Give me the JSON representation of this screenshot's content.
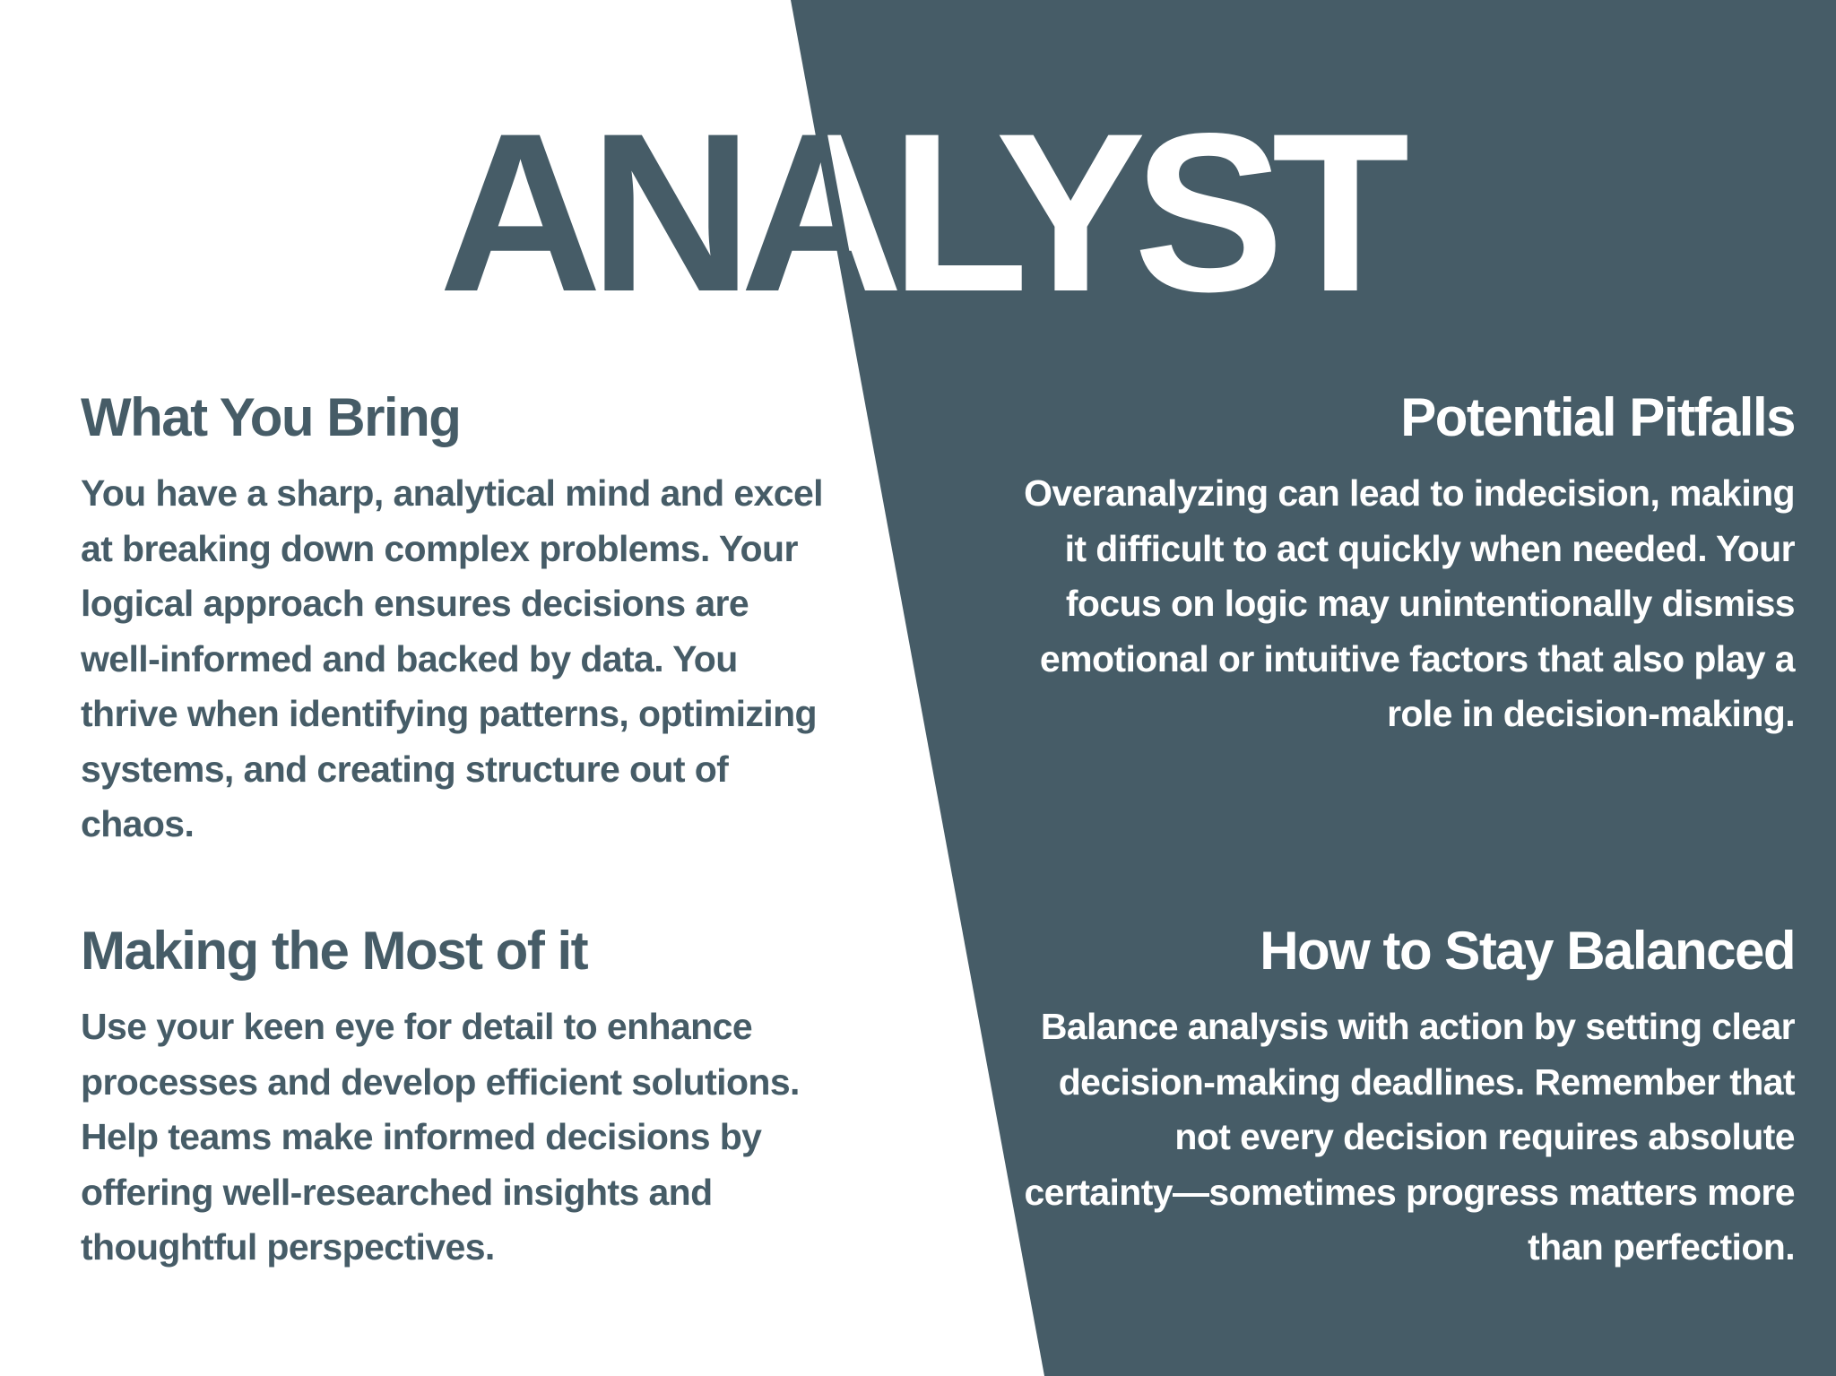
{
  "title": "ANALYST",
  "colors": {
    "primary": "#465c67",
    "background": "#ffffff",
    "inverse_text": "#ffffff"
  },
  "sections": {
    "what_you_bring": {
      "heading": "What You Bring",
      "body": "You have a sharp, analytical mind and excel at breaking down complex problems. Your logical approach ensures decisions are well-informed and backed by data. You thrive when identifying patterns, optimizing systems, and creating structure out of chaos."
    },
    "potential_pitfalls": {
      "heading": "Potential Pitfalls",
      "body": "Overanalyzing can lead to indecision, making it difficult to act quickly when needed. Your focus on logic may unintentionally dismiss emotional or intuitive factors that also play a role in decision-making."
    },
    "making_the_most": {
      "heading": "Making the Most of it",
      "body": "Use your keen eye for detail to enhance processes and develop efficient solutions. Help teams make informed decisions by offering well-researched insights and thoughtful perspectives."
    },
    "stay_balanced": {
      "heading": "How to Stay Balanced",
      "body": "Balance analysis with action by setting clear decision-making deadlines. Remember that not every decision requires absolute certainty—sometimes progress matters more than perfection."
    }
  }
}
